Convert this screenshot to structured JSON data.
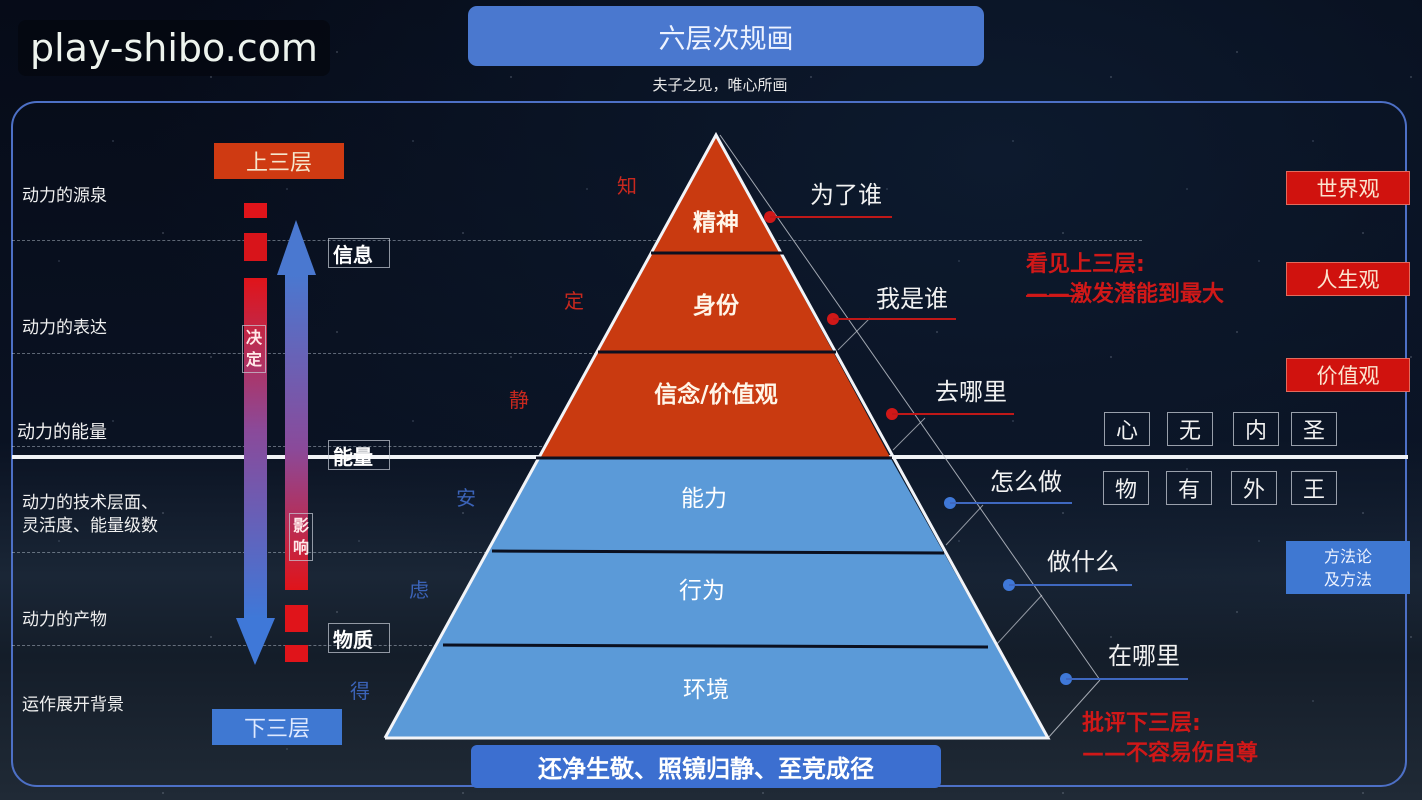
{
  "watermark": "play-shibo.com",
  "header": {
    "title": "六层次规画",
    "subtitle": "夫子之见，唯心所画"
  },
  "left_labels": [
    "动力的源泉",
    "动力的表达",
    "动力的能量",
    "动力的技术层面、",
    "灵活度、能量级数",
    "动力的产物",
    "运作展开背景"
  ],
  "tags": {
    "upper": "上三层",
    "lower": "下三层"
  },
  "arrows": {
    "down_arrow_label": [
      "决",
      "定"
    ],
    "up_arrow_label": [
      "影",
      "响"
    ]
  },
  "box_labels": {
    "info": "信息",
    "energy": "能量",
    "matter": "物质"
  },
  "side_chars": {
    "red": [
      "知",
      "定",
      "静"
    ],
    "blue": [
      "安",
      "虑",
      "得"
    ]
  },
  "pyramid": {
    "upper_layers": [
      "精神",
      "身份",
      "信念/价值观"
    ],
    "lower_layers": [
      "能力",
      "行为",
      "环境"
    ],
    "colors": {
      "upper": "#c93a10",
      "lower": "#5b9ad8",
      "divider": "#0b1020"
    }
  },
  "questions": {
    "upper": [
      "为了谁",
      "我是谁",
      "去哪里"
    ],
    "lower": [
      "怎么做",
      "做什么",
      "在哪里"
    ]
  },
  "right_tags": {
    "red": [
      "世界观",
      "人生观",
      "价值观"
    ],
    "blue": [
      "方法论",
      "及方法"
    ]
  },
  "char_grid": {
    "row1": [
      "心",
      "无",
      "内",
      "圣"
    ],
    "row2": [
      "物",
      "有",
      "外",
      "王"
    ]
  },
  "quotes": {
    "upper": [
      "看见上三层:",
      "——激发潜能到最大"
    ],
    "lower": [
      "批评下三层:",
      "——不容易伤自尊"
    ]
  },
  "bottom_banner": "还净生敬、照镜归静、至竞成径",
  "colors": {
    "accent_red": "#d0120e",
    "accent_blue": "#3f78d2",
    "frame": "#4d70c6"
  }
}
